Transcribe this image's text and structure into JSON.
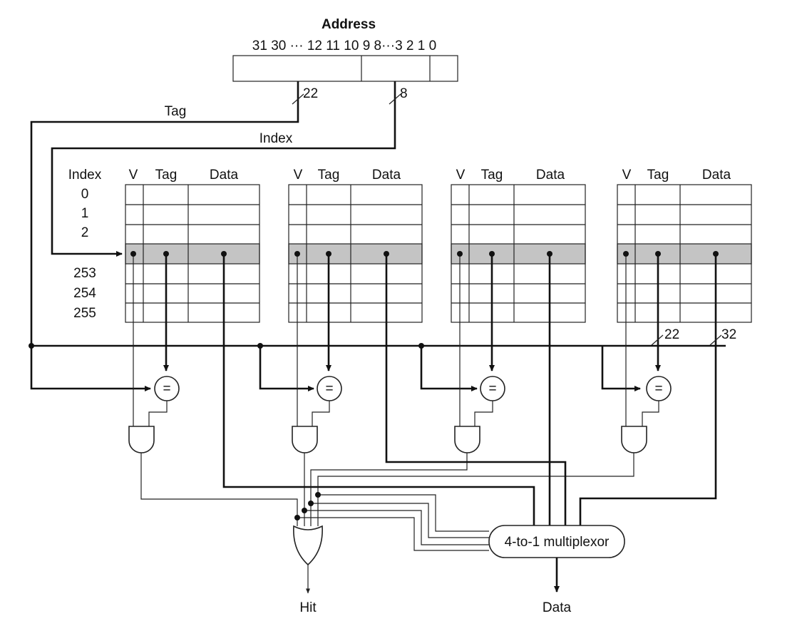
{
  "address": {
    "title": "Address",
    "bit_labels": "31 30 ··· 12 11 10 9 8···3 2 1 0",
    "tag_width": "22",
    "index_width": "8"
  },
  "signals": {
    "tag": "Tag",
    "index": "Index"
  },
  "table": {
    "index_header": "Index",
    "columns": [
      "V",
      "Tag",
      "Data"
    ],
    "row_labels_top": [
      "0",
      "1",
      "2"
    ],
    "row_labels_bottom": [
      "253",
      "254",
      "255"
    ]
  },
  "widths": {
    "tag_bus": "22",
    "data_bus": "32"
  },
  "comparator_symbol": "=",
  "mux": {
    "label": "4-to-1 multiplexor"
  },
  "outputs": {
    "hit": "Hit",
    "data": "Data"
  }
}
